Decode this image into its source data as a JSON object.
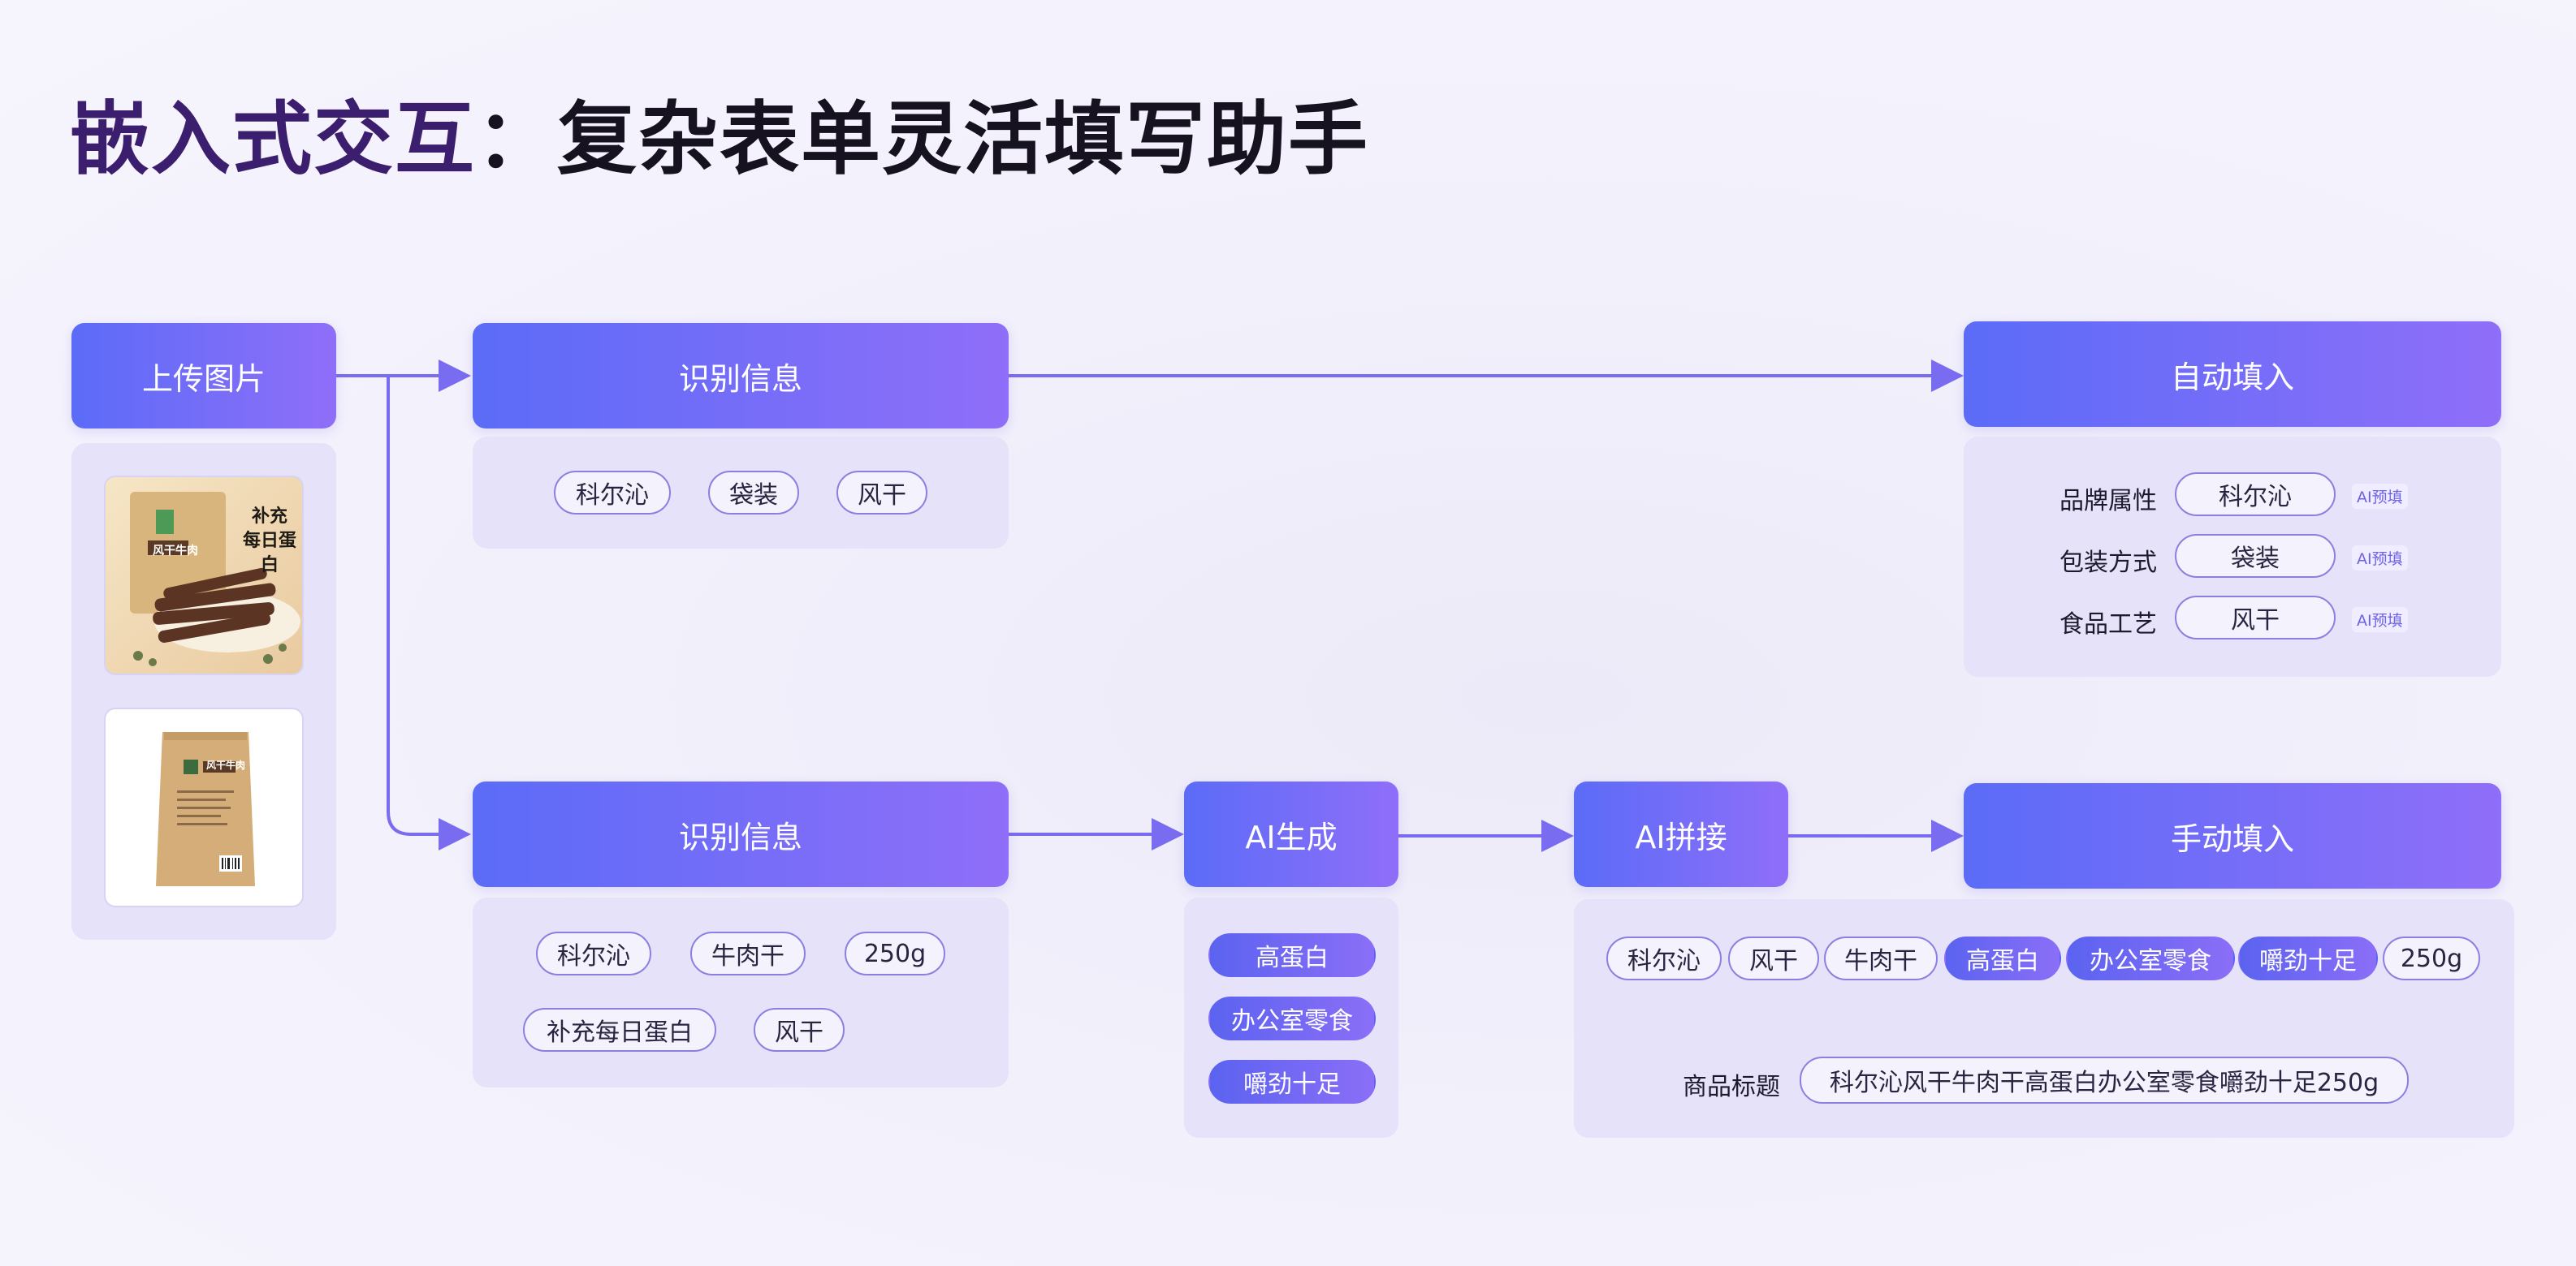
{
  "title": {
    "accent": "嵌入式交互",
    "rest": "：复杂表单灵活填写助手"
  },
  "upload": {
    "header": "上传图片",
    "photo1": {
      "line1": "补充",
      "line2": "每日蛋白",
      "brand": "风干牛肉"
    },
    "photo2": {
      "brand": "风干牛肉"
    }
  },
  "recognize_top": {
    "header": "识别信息",
    "tags": [
      "科尔沁",
      "袋装",
      "风干"
    ]
  },
  "autofill": {
    "header": "自动填入",
    "rows": [
      {
        "label": "品牌属性",
        "value": "科尔沁",
        "tag": "AI预填"
      },
      {
        "label": "包装方式",
        "value": "袋装",
        "tag": "AI预填"
      },
      {
        "label": "食品工艺",
        "value": "风干",
        "tag": "AI预填"
      }
    ]
  },
  "recognize_bottom": {
    "header": "识别信息",
    "tags": [
      "科尔沁",
      "牛肉干",
      "250g",
      "补充每日蛋白",
      "风干"
    ]
  },
  "ai_generate": {
    "header": "AI生成",
    "tags": [
      "高蛋白",
      "办公室零食",
      "嚼劲十足"
    ]
  },
  "ai_splice": {
    "header": "AI拼接"
  },
  "manual": {
    "header": "手动填入",
    "tags": [
      "科尔沁",
      "风干",
      "牛肉干",
      "高蛋白",
      "办公室零食",
      "嚼劲十足",
      "250g"
    ],
    "highlighted": [
      "高蛋白",
      "办公室零食",
      "嚼劲十足"
    ],
    "result_label": "商品标题",
    "result_value": "科尔沁风干牛肉干高蛋白办公室零食嚼劲十足250g"
  },
  "colors": {
    "accent": "#7a6cf0",
    "gradient_start": "#5b6cf7",
    "gradient_end": "#8f6ef9",
    "panel": "#e5e2fa"
  }
}
